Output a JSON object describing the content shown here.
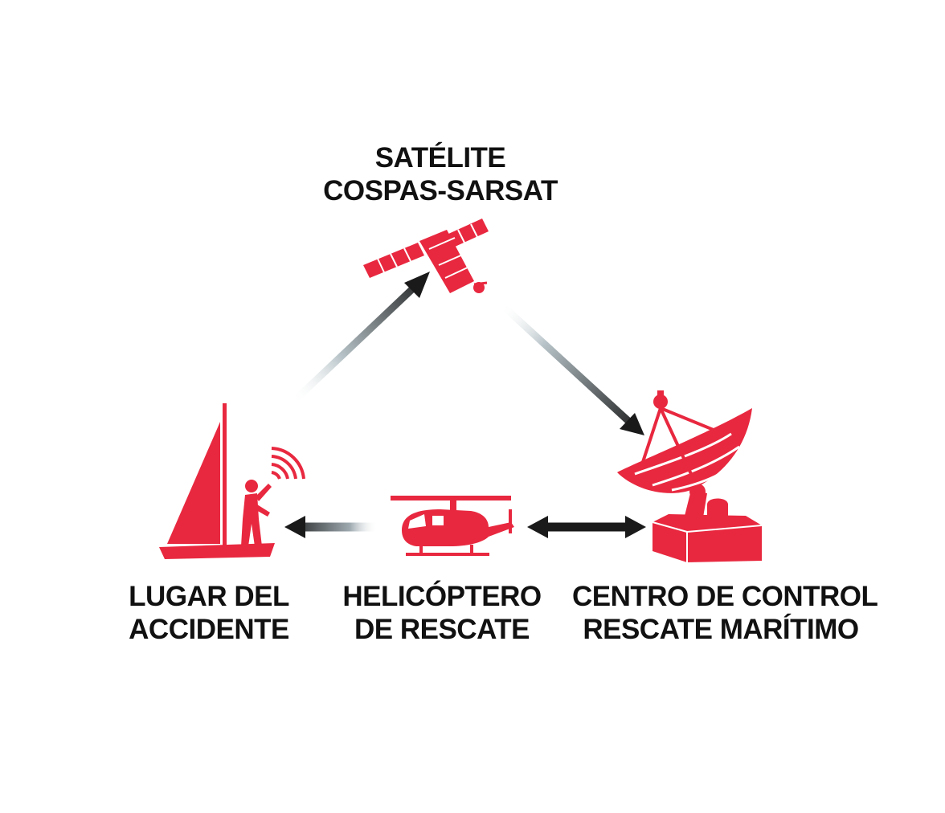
{
  "labels": {
    "satellite": {
      "line1": "SATÉLITE",
      "line2": "COSPAS-SARSAT"
    },
    "accident": {
      "line1": "LUGAR DEL",
      "line2": "ACCIDENTE"
    },
    "helicopter": {
      "line1": "HELICÓPTERO",
      "line2": "DE RESCATE"
    },
    "control": {
      "line1": "CENTRO DE CONTROL",
      "line2": "RESCATE MARÍTIMO"
    }
  },
  "colors": {
    "icon_red": "#e8283f",
    "arrow_dark": "#1a1a1a",
    "text": "#111111",
    "background": "#ffffff"
  },
  "icons": [
    "satellite-icon",
    "sailboat-icon",
    "helicopter-icon",
    "satellite-dish-icon"
  ]
}
